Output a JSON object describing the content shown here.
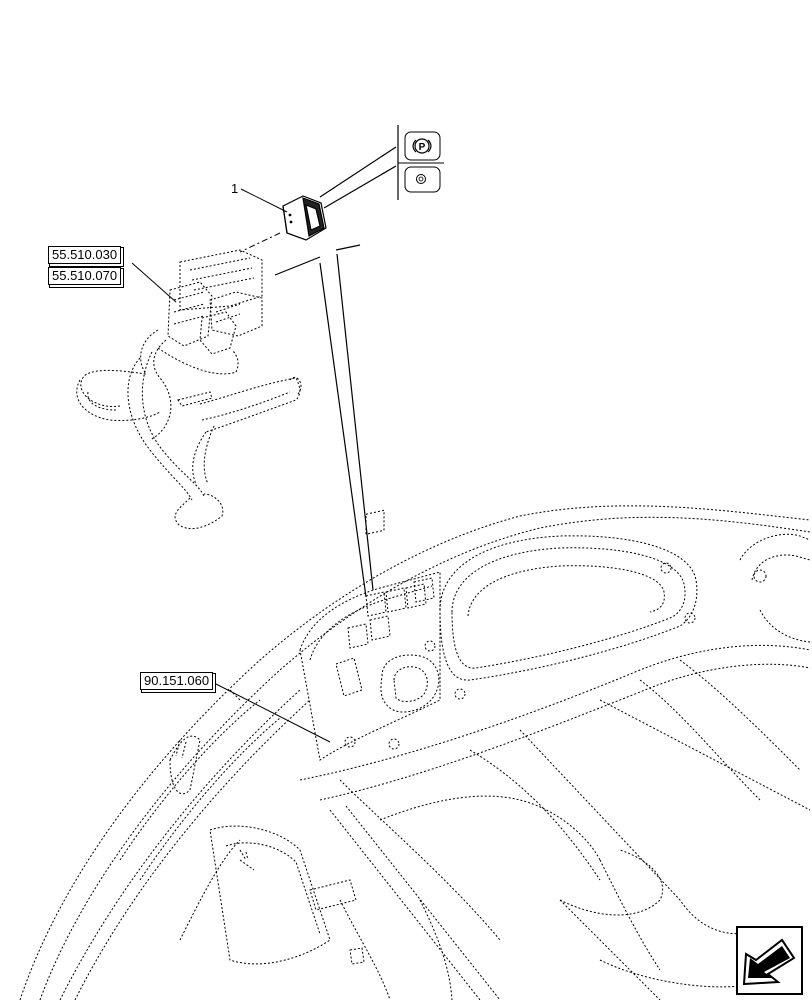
{
  "labels": {
    "callout_item": "1",
    "ref_a": "55.510.030",
    "ref_b": "55.510.070",
    "ref_c": "90.151.060"
  },
  "symbols": {
    "switch_symbol_top": "P",
    "switch_symbol_top_name": "parking-brake-symbol",
    "switch_symbol_bottom_name": "indicator-light-symbol",
    "nav_icon_name": "previous-page-arrow-icon"
  },
  "colors": {
    "line": "#000000",
    "background": "#ffffff"
  }
}
